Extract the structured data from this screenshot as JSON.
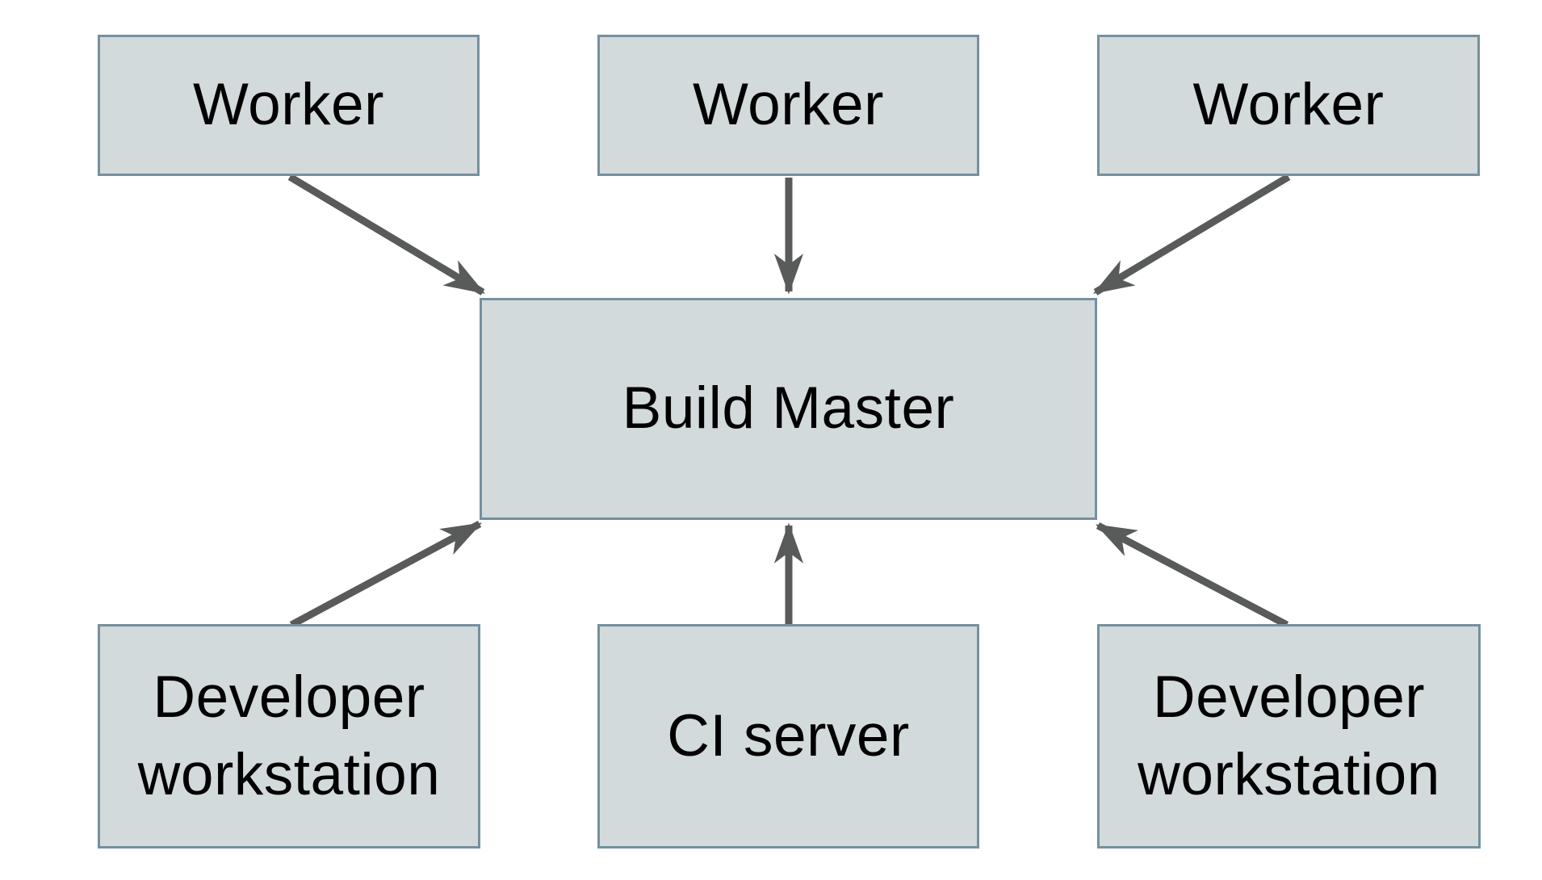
{
  "diagram": {
    "description": "Distributed build system diagram with workers, developer workstations and a CI server all connecting to a central Build Master",
    "nodes": [
      {
        "id": "worker-1",
        "label": "Worker"
      },
      {
        "id": "worker-2",
        "label": "Worker"
      },
      {
        "id": "worker-3",
        "label": "Worker"
      },
      {
        "id": "build-master",
        "label": "Build Master"
      },
      {
        "id": "developer-workstation-1",
        "label": "Developer workstation"
      },
      {
        "id": "ci-server",
        "label": "CI server"
      },
      {
        "id": "developer-workstation-2",
        "label": "Developer workstation"
      }
    ],
    "edges": [
      {
        "from": "worker-1",
        "to": "build-master"
      },
      {
        "from": "worker-2",
        "to": "build-master"
      },
      {
        "from": "worker-3",
        "to": "build-master"
      },
      {
        "from": "developer-workstation-1",
        "to": "build-master"
      },
      {
        "from": "ci-server",
        "to": "build-master"
      },
      {
        "from": "developer-workstation-2",
        "to": "build-master"
      }
    ],
    "colors": {
      "box_fill": "#d3dadc",
      "box_border": "#76909e",
      "arrow": "#595a5a",
      "text": "#000000",
      "page_bg": "#ffffff"
    }
  }
}
